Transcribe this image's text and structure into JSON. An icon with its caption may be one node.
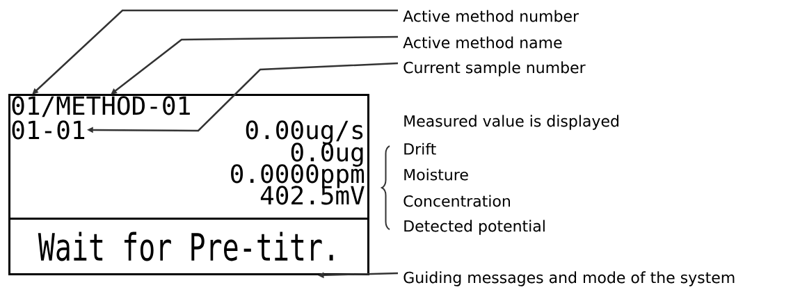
{
  "diagram": {
    "nodes": [
      {
        "text": [],
        "shape": "box"
      },
      {
        "text": [
          "01/METHOD-01"
        ],
        "in": 0
      },
      {
        "text": [
          "01-01"
        ],
        "in": 0
      },
      {
        "text": [
          "0.00ug/s"
        ],
        "in": 0
      },
      {
        "text": [
          "0.0ug"
        ],
        "in": 0
      },
      {
        "text": [
          "0.0000ppm"
        ],
        "in": 0
      },
      {
        "text": [
          "402.5mV"
        ],
        "in": 0
      },
      {
        "text": [
          "Wait for Pre-titr."
        ]
      },
      {
        "text": [
          "Active method number"
        ]
      },
      {
        "text": [
          "Active method name"
        ]
      },
      {
        "text": [
          "Current sample number"
        ]
      },
      {
        "text": [
          "Guiding messages and mode of the system"
        ]
      }
    ],
    "edges": [
      {
        "from": 8,
        "to": 1,
        "arrow": "to"
      },
      {
        "from": 9,
        "to": 1,
        "arrow": "to"
      },
      {
        "from": 10,
        "to": 2,
        "arrow": "to"
      },
      {
        "from": 11,
        "to": 7,
        "arrow": "to"
      }
    ],
    "labels": [
      "Measured value is displayed",
      "Drift",
      "Moisture",
      "Concentration",
      "Detected potential"
    ]
  }
}
